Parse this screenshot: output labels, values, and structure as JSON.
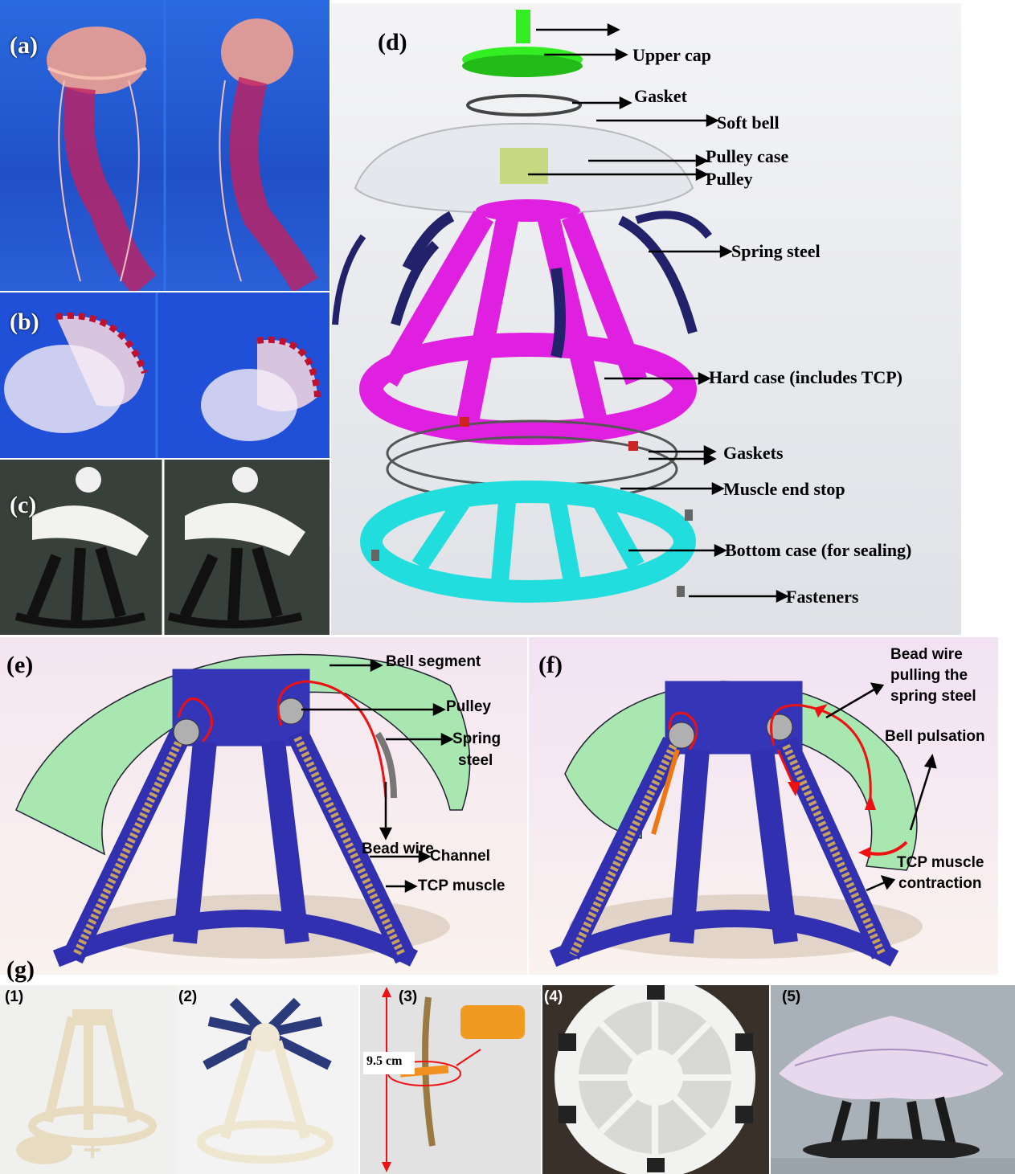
{
  "panels": {
    "a": "(a)",
    "b": "(b)",
    "c": "(c)",
    "d": "(d)",
    "e": "(e)",
    "f": "(f)",
    "g": "(g)"
  },
  "d_labels": {
    "upper_cap": "Upper cap",
    "gasket": "Gasket",
    "soft_bell": "Soft bell",
    "pulley_case": "Pulley case",
    "pulley": "Pulley",
    "spring_steel": "Spring steel",
    "hard_case": "Hard case (includes TCP)",
    "gaskets": "Gaskets",
    "muscle_end_stop": "Muscle end stop",
    "bottom_case": "Bottom case (for sealing)",
    "fasteners": "Fasteners"
  },
  "e_labels": {
    "bell_segment": "Bell segment",
    "pulley": "Pulley",
    "spring_steel_1": "Spring",
    "spring_steel_2": "steel",
    "bead_wire": "Bead wire",
    "channel": "Channel",
    "tcp_muscle": "TCP muscle"
  },
  "f_labels": {
    "bead_wire_1": "Bead wire",
    "bead_wire_2": "pulling the",
    "bead_wire_3": "spring steel",
    "bell_pulsation": "Bell pulsation",
    "tcp_1": "TCP muscle",
    "tcp_2": "contraction"
  },
  "g_labels": {
    "g1": "(1)",
    "g2": "(2)",
    "g3": "(3)",
    "g4": "(4)",
    "g5": "(5)",
    "length": "9.5 cm"
  },
  "colors": {
    "upper_cap": "#33ee22",
    "hard_case": "#e020e0",
    "bottom_case": "#22dddd",
    "frame_blue": "#3030b0",
    "bell_green": "#a8e8b0",
    "jelly_bg": "#2050d0"
  }
}
